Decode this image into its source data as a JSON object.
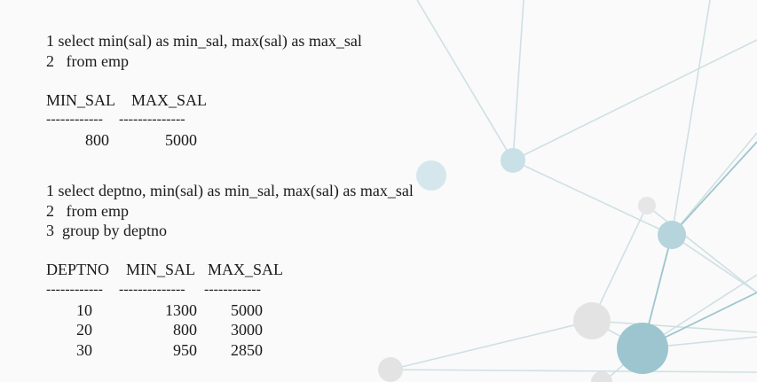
{
  "query1": {
    "line1": "1 select min(sal) as min_sal, max(sal) as max_sal",
    "line2": "2   from emp",
    "headers": [
      "MIN_SAL",
      "MAX_SAL"
    ],
    "dashes": [
      "------------",
      "--------------"
    ],
    "rows": [
      [
        "800",
        "5000"
      ]
    ]
  },
  "query2": {
    "line1": "1 select deptno, min(sal) as min_sal, max(sal) as max_sal",
    "line2": "2   from emp",
    "line3": "3  group by deptno",
    "headers": [
      "DEPTNO",
      "MIN_SAL",
      "MAX_SAL"
    ],
    "dashes": [
      "------------",
      "--------------",
      "------------"
    ],
    "rows": [
      [
        "10",
        "1300",
        "5000"
      ],
      [
        "20",
        "800",
        "3000"
      ],
      [
        "30",
        "950",
        "2850"
      ]
    ]
  }
}
